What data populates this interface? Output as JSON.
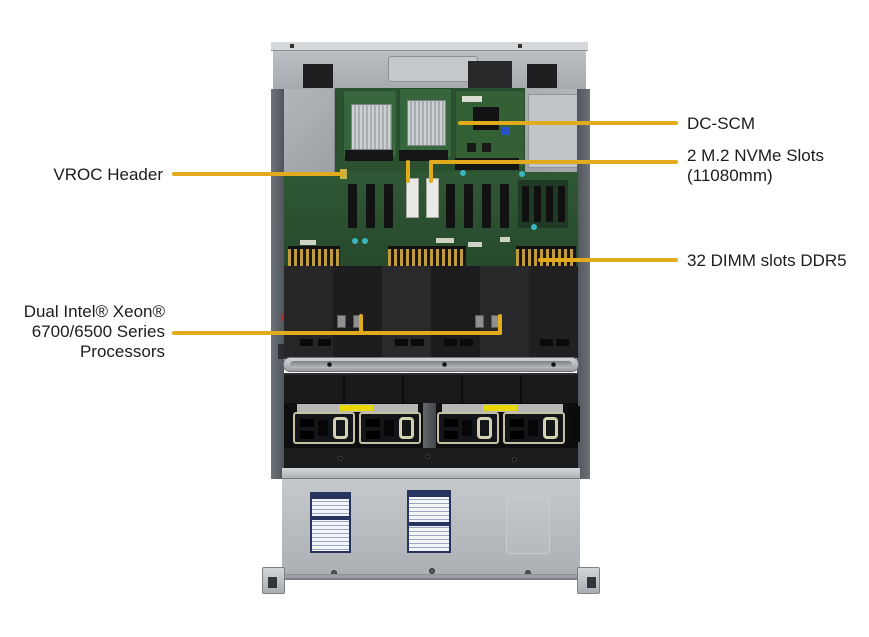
{
  "colors": {
    "callout_line": "#E2AB1E",
    "label_text": "#1C1C1C",
    "background": "#FFFFFF",
    "chassis_gray": "#B4B8BC",
    "pcb_green": "#2D5432",
    "shroud_black": "#1E1E20",
    "fan_sticker_yellow": "#E8D700",
    "spec_label_blue": "#283460"
  },
  "callouts": {
    "vroc": {
      "label": "VROC Header",
      "side": "left"
    },
    "processors": {
      "line1": "Dual Intel® Xeon®",
      "line2": "6700/6500 Series",
      "line3": "Processors",
      "side": "left"
    },
    "dcscm": {
      "label": "DC-SCM",
      "side": "right"
    },
    "m2": {
      "line1": "2 M.2 NVMe Slots",
      "line2": "(11080mm)",
      "side": "right"
    },
    "dimm": {
      "label": "32 DIMM slots DDR5",
      "side": "right"
    }
  }
}
